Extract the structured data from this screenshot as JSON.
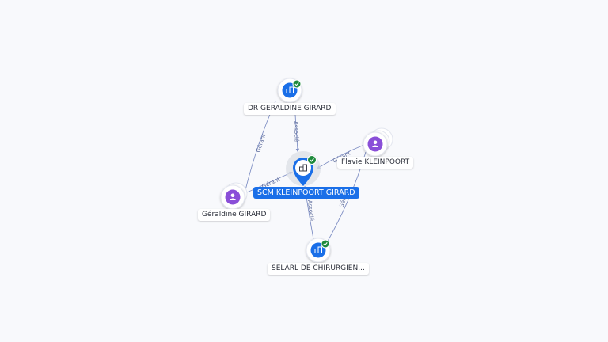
{
  "colors": {
    "edge": "#7f8fc4",
    "company_fill": "#1a6fe8",
    "person_fill": "#8a4fd8",
    "check_fill": "#1e8a3c",
    "main_label_bg": "#1a6fe8"
  },
  "nodes": {
    "center": {
      "label": "SCM KLEINPOORT GIRARD",
      "icon": "building-icon"
    },
    "dr_geraldine": {
      "label": "DR GERALDINE GIRARD",
      "icon": "building-icon"
    },
    "flavie": {
      "label": "Flavie KLEINPOORT",
      "icon": "person-icon"
    },
    "geraldine": {
      "label": "Géraldine GIRARD",
      "icon": "person-icon"
    },
    "selarl": {
      "label": "SELARL DE CHIRURGIEN...",
      "icon": "building-icon"
    }
  },
  "edges": {
    "dr_to_center": "Associé",
    "geraldine_to_dr": "Gérant",
    "geraldine_to_center": "Gérant",
    "flavie_to_center": "Gérant",
    "center_to_selarl": "Associé",
    "flavie_to_selarl": "Gérant"
  }
}
